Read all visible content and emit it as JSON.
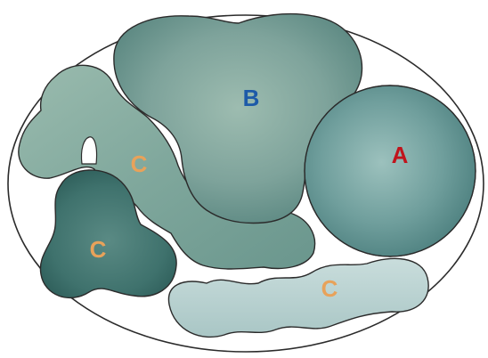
{
  "labels": {
    "a": "A",
    "b": "B",
    "c_upper": "C",
    "c_left": "C",
    "c_lower": "C"
  },
  "colors": {
    "label_a": "#c0141c",
    "label_b": "#1d5aa8",
    "label_c": "#e8a25a",
    "shape_a": "#6f9e9c",
    "shape_b": "#7ea39b",
    "shape_c_chain": "#86aa9f",
    "shape_c_left": "#3f726d",
    "shape_c_lower": "#b6d0cf",
    "outline": "#2b2b2b"
  }
}
